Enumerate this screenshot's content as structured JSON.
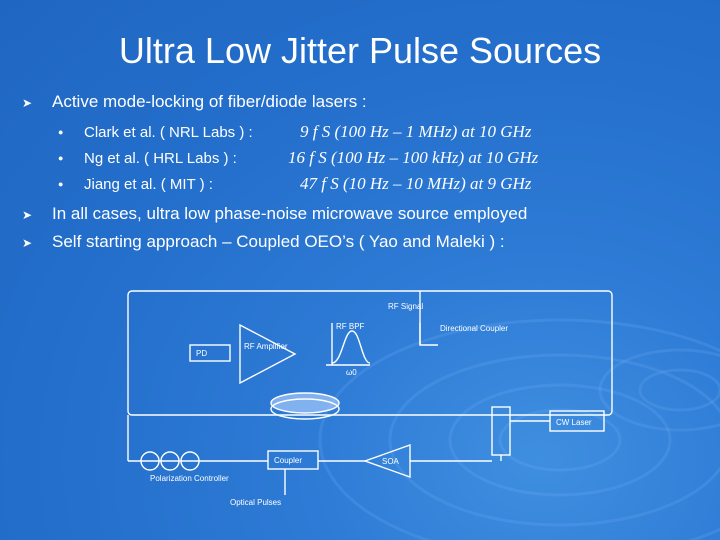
{
  "title": "Ultra Low Jitter Pulse Sources",
  "bullets": [
    {
      "text": "Active mode-locking of fiber/diode lasers :"
    },
    {
      "text": "In all cases, ultra low phase-noise microwave source employed"
    },
    {
      "text": "Self starting approach – Coupled OEO’s ( Yao and Maleki ) :"
    }
  ],
  "sub_bullets": [
    {
      "text": "Clark et al. ( NRL Labs ) :",
      "formula": "9 f S (100 Hz – 1 MHz) at 10 GHz"
    },
    {
      "text": "Ng et al. ( HRL Labs ) :",
      "formula": "16 f S (100 Hz – 100 kHz) at 10 GHz"
    },
    {
      "text": "Jiang et al. ( MIT ) :",
      "formula": "47 f S (10 Hz – 10 MHz) at 9 GHz"
    }
  ],
  "diagram": {
    "rf_signal": "RF Signal",
    "directional_coupler": "Directional Coupler",
    "pd": "PD",
    "rf_amplifier": "RF Amplifier",
    "rf_bpf": "RF BPF",
    "omega0": "ω0",
    "cw_laser": "CW Laser",
    "soa": "SOA",
    "coupler": "Coupler",
    "polarization_controller": "Polarization Controller",
    "optical_pulses": "Optical Pulses"
  }
}
